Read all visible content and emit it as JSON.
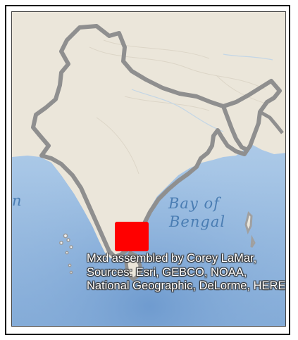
{
  "map": {
    "labels": {
      "bay_line1": "Bay of",
      "bay_line2": "Bengal",
      "sea_fragment": "n"
    },
    "marker_color": "#ff0000",
    "colors": {
      "land": "#ebe6da",
      "water_shallow": "#b9d3ea",
      "water_deep": "#7fa9d6",
      "boundary": "#8f8f8f"
    },
    "credit_text": "Mxd assembled by Corey LaMar, Sources: Esri, GEBCO, NOAA, National Geographic, DeLorme, HERE,"
  }
}
